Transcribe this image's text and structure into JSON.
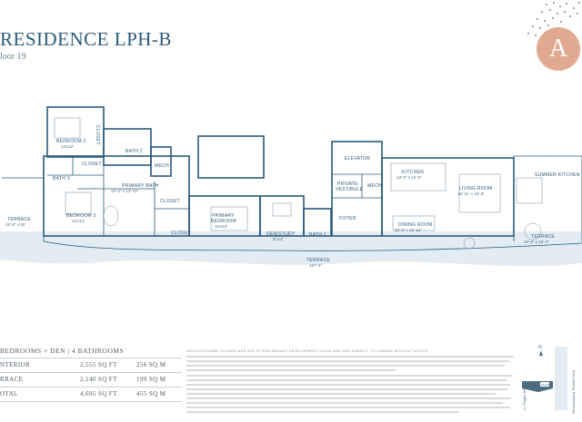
{
  "header": {
    "title": "RESIDENCE LPH-B",
    "floor": "loor 19"
  },
  "logo": {
    "letter": "A",
    "color": "#e1a98f"
  },
  "colors": {
    "accent": "#2b5a7a",
    "water": "#e3ecf3"
  },
  "rooms": {
    "closet_a": "CLOSET",
    "bedroom2": "BEDROOM 2",
    "bedroom2_dim": "13'x12'",
    "bath2": "BATH 2",
    "closet_b": "CLOSET",
    "mech_a": "MECH",
    "bath3": "BATH 3",
    "bedroom3": "BEDROOM 3",
    "bedroom3_dim": "12'x14'",
    "primary_bath": "PRIMARY BATH",
    "primary_bath_dim": "13'-4\" x 13'-10\"",
    "closet_c": "CLOSET",
    "closet_d": "CLOSET",
    "primary_bedroom": "PRIMARY",
    "primary_bedroom_2": "BEDROOM",
    "primary_bedroom_dim": "15'x13'",
    "den": "DEN/STUDY",
    "den_dim": "8'x13'",
    "bath1": "BATH 1",
    "elevator": "ELEVATOR",
    "private_vestibule": "PRIVATE",
    "private_vestibule_2": "VESTIBULE",
    "mech_b": "MECH",
    "foyer": "FOYER",
    "kitchen": "KITCHEN",
    "kitchen_dim": "13'-8\" x 12'-2\"",
    "living": "LIVING ROOM",
    "living_dim": "16'-11\" x 18'-9\"",
    "dining": "DINING ROOM",
    "dining_dim": "20'-9\" x 10'-11\"",
    "summer_kitchen": "SUMMER KITCHEN",
    "terrace_left": "TERRACE",
    "terrace_left_dim": "15'-9\" x 40'",
    "terrace_mid": "TERRACE",
    "terrace_mid_dim": "157'-2\"",
    "terrace_right": "TERRACE",
    "terrace_right_dim": "19'-8\" x 26'-4\""
  },
  "summary": {
    "heading": "BEDROOMS + DEN | 4 BATHROOMS",
    "rows": [
      {
        "label": "NTERIOR",
        "sqft": "2,555 SQ FT",
        "sqm": "256 SQ M"
      },
      {
        "label": "RRACE",
        "sqft": "2,140 SQ FT",
        "sqm": "199 SQ M"
      },
      {
        "label": "OTAL",
        "sqft": "4,695 SQ FT",
        "sqm": "455 SQ M"
      }
    ]
  },
  "disclaimer": {
    "heading": "ARCHITECTURAL FLOORPLANS ARE IN PRELIMINARY DEVELOPMENT STAGE AND ARE SUBJECT TO CHANGE WITHOUT NOTICE"
  },
  "keyplan": {
    "north": "N",
    "unit": "LPH-B",
    "street_left": "N. Flagler Drive",
    "street_right": "Intracoastal & Private Dock"
  }
}
